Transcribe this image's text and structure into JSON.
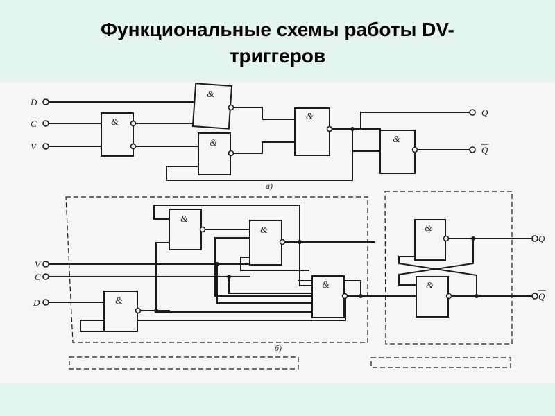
{
  "title": "Функциональные схемы работы DV-триггеров",
  "gate_label": "&",
  "inputs": {
    "d": "D",
    "c": "C",
    "v": "V"
  },
  "outputs": {
    "q": "Q",
    "q_bar": "Q"
  },
  "captions": {
    "a": "а)",
    "b": "б)"
  }
}
